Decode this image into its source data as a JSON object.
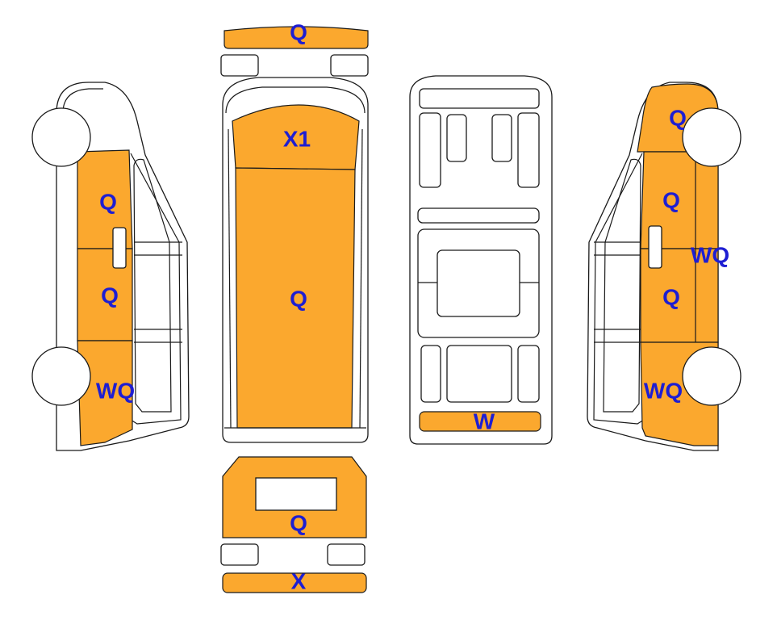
{
  "colors": {
    "damage_fill": "#FBA82E",
    "label_color": "#1E1ED2",
    "outline": "#1a1a1a",
    "background": "#ffffff"
  },
  "views": {
    "front_bumper": {
      "code": "Q"
    },
    "roof_front": {
      "code": "X1"
    },
    "roof_main": {
      "code": "Q"
    },
    "rear_door": {
      "code": "Q"
    },
    "rear_bumper": {
      "code": "X"
    },
    "underbody_rear": {
      "code": "W"
    },
    "left_front_panel": {
      "code": "Q"
    },
    "left_mid_panel": {
      "code": "Q"
    },
    "left_rear_panel": {
      "code": "WQ"
    },
    "right_front_fender": {
      "code": "Q"
    },
    "right_front_panel": {
      "code": "Q"
    },
    "right_door_seam": {
      "code": "WQ"
    },
    "right_mid_panel": {
      "code": "Q"
    },
    "right_rear_panel": {
      "code": "WQ"
    }
  }
}
